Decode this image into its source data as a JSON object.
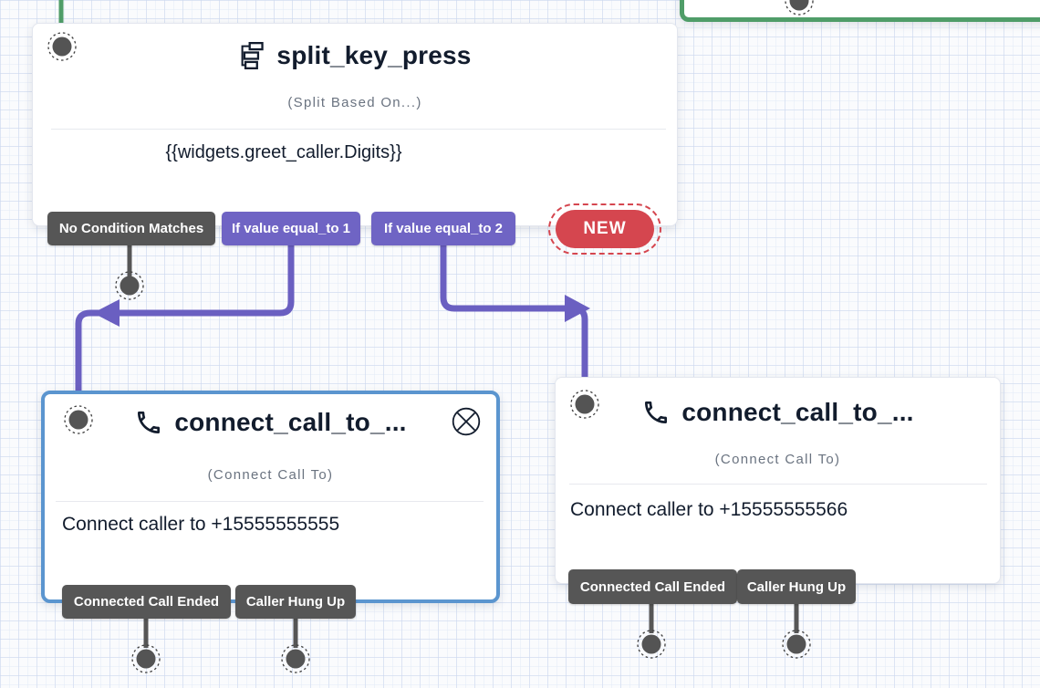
{
  "colors": {
    "transition_purple": "#6f64c4",
    "transition_dark": "#565656",
    "new_red": "#d5464f",
    "selection_blue": "#5b95cf",
    "trigger_green": "#4f9d68",
    "title_dark": "#121c2d",
    "subtitle_gray": "#6a7380"
  },
  "icons": {
    "split": "split-icon",
    "phone": "phone-icon",
    "close": "close-circle-icon",
    "dot": "connector-dot"
  },
  "widgets": {
    "split": {
      "title": "split_key_press",
      "subtitle": "(Split Based On...)",
      "value": "{{widgets.greet_caller.Digits}}",
      "transitions": [
        {
          "label": "No Condition Matches"
        },
        {
          "label": "If value equal_to 1"
        },
        {
          "label": "If value equal_to 2"
        }
      ],
      "new_button": "NEW"
    },
    "connect_left": {
      "title": "connect_call_to_...",
      "subtitle": "(Connect Call To)",
      "value": "Connect caller to +15555555555",
      "selected": true,
      "transitions": [
        {
          "label": "Connected Call Ended"
        },
        {
          "label": "Caller Hung Up"
        }
      ]
    },
    "connect_right": {
      "title": "connect_call_to_...",
      "subtitle": "(Connect Call To)",
      "value": "Connect caller to +15555555566",
      "selected": false,
      "transitions": [
        {
          "label": "Connected Call Ended"
        },
        {
          "label": "Caller Hung Up"
        }
      ]
    }
  }
}
